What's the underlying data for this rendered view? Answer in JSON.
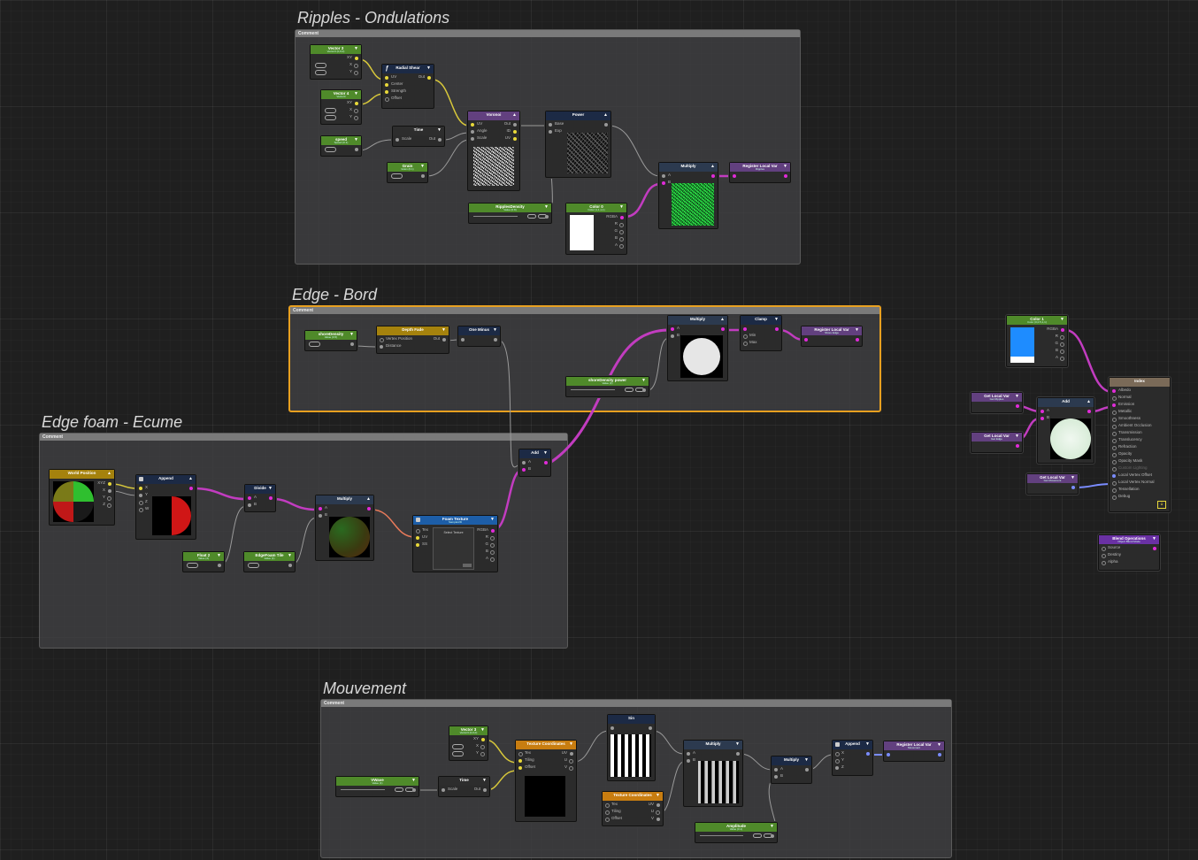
{
  "colors": {
    "background": "#1f1f1f",
    "comment_selected": "#e8a020",
    "wire_magenta": "#c23cc0",
    "wire_gray": "#9a9a9a",
    "wire_yellow": "#d8c83a"
  },
  "comments": [
    {
      "id": "ripples",
      "title": "Ripples - Ondulations",
      "bar": "Comment"
    },
    {
      "id": "edge",
      "title": "Edge - Bord",
      "bar": "Comment"
    },
    {
      "id": "foam",
      "title": "Edge foam - Ecume",
      "bar": "Comment"
    },
    {
      "id": "move",
      "title": "Mouvement",
      "bar": "Comment"
    }
  ],
  "nodes": {
    "vec3_a": {
      "title": "Vector 3",
      "sub": "Vector3 (0,0,0)",
      "outs": [
        "XY",
        "X",
        "Y"
      ]
    },
    "vec4_a": {
      "title": "Vector 4",
      "sub": "Vector4",
      "outs": [
        "XY",
        "X",
        "Y"
      ]
    },
    "speed": {
      "title": "speed",
      "sub": "Speed (0.1)"
    },
    "time_a": {
      "title": "Time",
      "ins": [
        "Scale"
      ],
      "out": "Out"
    },
    "grain": {
      "title": "Grain",
      "sub": "Grain (0.1)"
    },
    "radial": {
      "title": "Radial Shear",
      "ins": [
        "UV",
        "Center",
        "Strength",
        "Offset"
      ],
      "out": "Out"
    },
    "voronoi": {
      "title": "Voronoi",
      "ins": [
        "UV",
        "Angle",
        "Scale"
      ],
      "outs": [
        "Out",
        "ID",
        "UV"
      ]
    },
    "ripdens": {
      "title": "RipplesDensity",
      "sub": "Value (0.8)"
    },
    "power": {
      "title": "Power",
      "ins": [
        "Base",
        "Exp"
      ]
    },
    "color0": {
      "title": "Color 0",
      "sub": "Color (1,1,1,1)",
      "outs": [
        "RGBA",
        "R",
        "G",
        "B",
        "A"
      ]
    },
    "mult_a": {
      "title": "Multiply",
      "ins": [
        "A",
        "B"
      ]
    },
    "reg_a": {
      "title": "Register Local Var",
      "sub": "Ripples"
    },
    "sharedens": {
      "title": "shoreDensity",
      "sub": "Value (0.5)"
    },
    "depthfade": {
      "title": "Depth Fade",
      "ins": [
        "Vertex Position",
        "Distance"
      ],
      "out": "Out"
    },
    "oneminus": {
      "title": "One Minus"
    },
    "mult_b": {
      "title": "Multiply",
      "ins": [
        "A",
        "B"
      ]
    },
    "clamp": {
      "title": "Clamp",
      "ins": [
        "Min",
        "Max"
      ]
    },
    "reg_b": {
      "title": "Register Local Var",
      "sub": "Shore Edge"
    },
    "sharedpow": {
      "title": "shoreDensity power",
      "sub": "Value (1)"
    },
    "worldpos": {
      "title": "World Position",
      "outs": [
        "XYZ",
        "X",
        "Y",
        "Z"
      ]
    },
    "append_a": {
      "title": "Append",
      "ins": [
        "X",
        "Y",
        "Z",
        "W"
      ]
    },
    "divide": {
      "title": "Divide",
      "ins": [
        "A",
        "B"
      ]
    },
    "float2": {
      "title": "Float 2",
      "sub": "Value (4)"
    },
    "edgetile": {
      "title": "EdgeFoam Tile",
      "sub": "Value (1)"
    },
    "mult_c": {
      "title": "Multiply",
      "ins": [
        "A",
        "B"
      ]
    },
    "foamtex": {
      "title": "Foam Texture",
      "sub": "Sampler2D",
      "ins": [
        "Tex",
        "UV",
        "SS"
      ],
      "outs": [
        "RGBA",
        "R",
        "G",
        "B",
        "A"
      ],
      "tex_label": "Select Texture"
    },
    "add_a": {
      "title": "Add",
      "ins": [
        "A",
        "B"
      ]
    },
    "color1": {
      "title": "Color 1",
      "sub": "Color (0,0.5,1,1)",
      "outs": [
        "RGBA",
        "R",
        "G",
        "B",
        "A"
      ]
    },
    "getvar_a": {
      "title": "Get Local Var",
      "sub": "Get Ripples"
    },
    "getvar_b": {
      "title": "Get Local Var",
      "sub": "Get Edge"
    },
    "getvar_c": {
      "title": "Get Local Var",
      "sub": "Get Movement"
    },
    "add_b": {
      "title": "Add",
      "ins": [
        "A",
        "B"
      ]
    },
    "output": {
      "title": "Index",
      "ins": [
        "Albedo",
        "Normal",
        "Emission",
        "Metallic",
        "Smoothness",
        "Ambient Occlusion",
        "Transmission",
        "Translucency",
        "Refraction",
        "Opacity",
        "Opacity Mask",
        "Custom Lighting",
        "Local Vertex Offset",
        "Local Vertex Normal",
        "Tessellation",
        "Debug"
      ]
    },
    "blend": {
      "title": "Blend Operations",
      "sub": "Object Blend Mode",
      "ins": [
        "Source",
        "Destiny",
        "Alpha"
      ]
    },
    "vec3_b": {
      "title": "Vector 3",
      "sub": "Vector3 (0,0,0)",
      "outs": [
        "XY",
        "X",
        "Y"
      ]
    },
    "vwave": {
      "title": "VWave",
      "sub": "Value (1)"
    },
    "time_b": {
      "title": "Time",
      "ins": [
        "Scale"
      ],
      "out": "Out"
    },
    "texcoord_a": {
      "title": "Texture Coordinates",
      "ins": [
        "Tex",
        "Tiling",
        "Offset"
      ],
      "outs": [
        "UV",
        "U",
        "V"
      ]
    },
    "sin": {
      "title": "Sin"
    },
    "texcoord_b": {
      "title": "Texture Coordinates",
      "ins": [
        "Tex",
        "Tiling",
        "Offset"
      ],
      "outs": [
        "UV",
        "U",
        "V"
      ]
    },
    "mult_d": {
      "title": "Multiply",
      "ins": [
        "A",
        "B"
      ]
    },
    "amplitude": {
      "title": "Amplitude",
      "sub": "Value (0.1)"
    },
    "mult_e": {
      "title": "Multiply",
      "ins": [
        "A",
        "B"
      ]
    },
    "append_b": {
      "title": "Append",
      "ins": [
        "X",
        "Y",
        "Z"
      ]
    },
    "reg_c": {
      "title": "Register Local Var",
      "sub": "Movement"
    }
  }
}
